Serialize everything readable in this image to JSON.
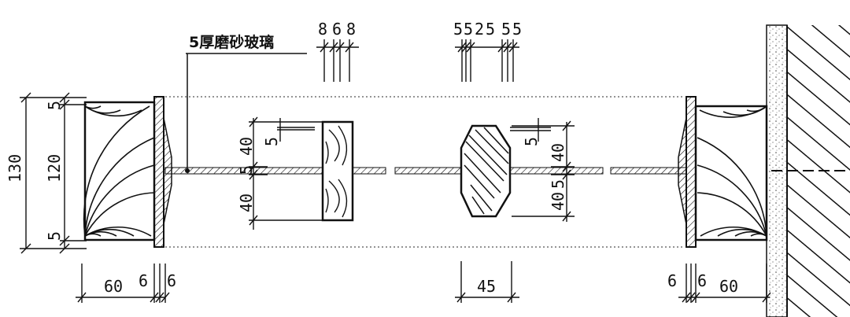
{
  "annotation": {
    "glass_label": "5厚磨砂玻璃"
  },
  "dimensions": {
    "left_total_height": "130",
    "left_inner_height": "120",
    "left_top_margin": "5",
    "left_bottom_margin": "5",
    "left_bottom_width_60": "60",
    "left_bottom_6a": "6",
    "left_bottom_6b": "6",
    "strip_top_dims": [
      "8",
      "6",
      "8"
    ],
    "mullion_top_dims": [
      "5",
      "5",
      "2",
      "5",
      "5",
      "5"
    ],
    "strip_left_40_top": "40",
    "strip_left_5_mid": "5",
    "strip_left_40_bot": "40",
    "strip_left_5_side": "5",
    "mullion_5_side": "5",
    "mullion_40_top": "40",
    "mullion_5_mid": "5",
    "mullion_40_bot": "40",
    "mullion_bottom_45": "45",
    "right_bottom_6a": "6",
    "right_bottom_6b": "6",
    "right_bottom_60": "60"
  },
  "colors": {
    "ink": "#111111",
    "background": "#ffffff"
  }
}
